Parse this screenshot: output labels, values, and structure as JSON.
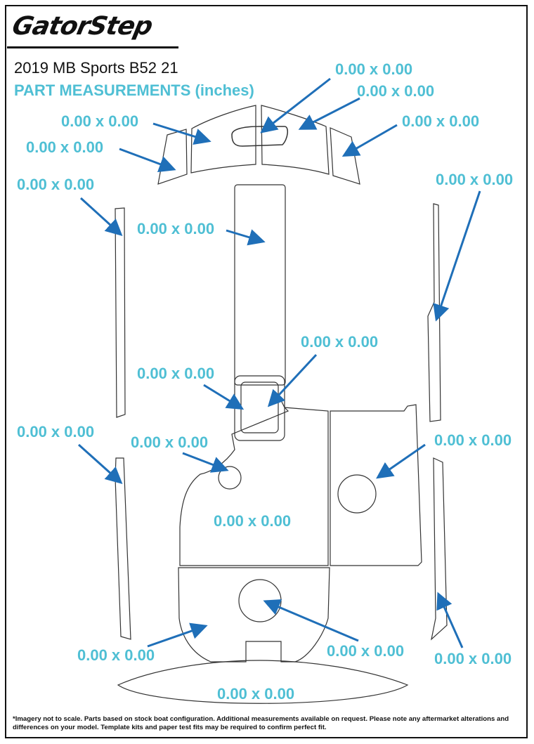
{
  "brand": {
    "name": "GatorStep"
  },
  "title": "2019 MB Sports B52 21",
  "subtitle": "PART MEASUREMENTS (inches)",
  "measurements": [
    {
      "id": "bow-center",
      "label": "0.00 x 0.00"
    },
    {
      "id": "bow-right-center",
      "label": "0.00 x 0.00"
    },
    {
      "id": "bow-left-center",
      "label": "0.00 x 0.00"
    },
    {
      "id": "bow-right-outer",
      "label": "0.00 x 0.00"
    },
    {
      "id": "bow-left-outer",
      "label": "0.00 x 0.00"
    },
    {
      "id": "left-gunwale-upper",
      "label": "0.00 x 0.00"
    },
    {
      "id": "center-walkway",
      "label": "0.00 x 0.00"
    },
    {
      "id": "right-gunwale-upper",
      "label": "0.00 x 0.00"
    },
    {
      "id": "hatch",
      "label": "0.00 x 0.00"
    },
    {
      "id": "hatch-surround",
      "label": "0.00 x 0.00"
    },
    {
      "id": "left-gunwale-lower",
      "label": "0.00 x 0.00"
    },
    {
      "id": "cupholder",
      "label": "0.00 x 0.00"
    },
    {
      "id": "right-floor",
      "label": "0.00 x 0.00"
    },
    {
      "id": "left-floor",
      "label": "0.00 x 0.00"
    },
    {
      "id": "rear-floor",
      "label": "0.00 x 0.00"
    },
    {
      "id": "rear-floor-circle",
      "label": "0.00 x 0.00"
    },
    {
      "id": "right-gunwale-lower",
      "label": "0.00 x 0.00"
    },
    {
      "id": "swim-platform",
      "label": "0.00 x 0.00"
    }
  ],
  "footnote": "*Imagery not to scale. Parts based on stock boat configuration. Additional measurements available on request. Please note any aftermarket alterations and differences on your model. Template kits and paper test fits may be required to confirm perfect fit.",
  "colors": {
    "accent": "#4fbfd4",
    "arrow": "#1f6fb8",
    "outline": "#333333"
  }
}
